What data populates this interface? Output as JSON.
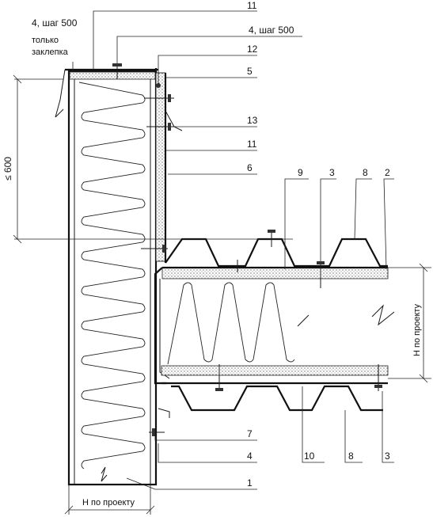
{
  "labels": {
    "top_11": "11",
    "top_step_left": "4, шаг 500",
    "rivet_only_1": "только",
    "rivet_only_2": "заклепка",
    "top_step_right": "4, шаг 500",
    "l12": "12",
    "l5": "5",
    "l13": "13",
    "l11_mid": "11",
    "l6": "6",
    "l9": "9",
    "l3_top": "3",
    "l8_top": "8",
    "l2": "2",
    "l7": "7",
    "l4_bottom": "4",
    "l10": "10",
    "l8_bottom": "8",
    "l3_bottom": "3",
    "l1": "1",
    "dim_spacing": "≤ 600",
    "dim_h_vertical": "H по проекту",
    "dim_h_horizontal": "H по проекту"
  },
  "colors": {
    "line": "#1a1a1a",
    "background": "#ffffff"
  }
}
